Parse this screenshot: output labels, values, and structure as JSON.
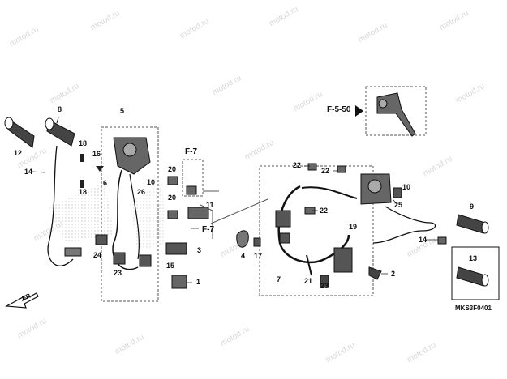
{
  "watermark": "motod.ru",
  "diagram_code": "MKS3F0401",
  "direction_label": "FR.",
  "refs": {
    "f7_top": "F-7",
    "f7_mid": "F-7",
    "f550": "F-5-50"
  },
  "labels": {
    "l1": "1",
    "l2": "2",
    "l3": "3",
    "l4": "4",
    "l5": "5",
    "l6": "6",
    "l7": "7",
    "l8": "8",
    "l9": "9",
    "l10a": "10",
    "l10b": "10",
    "l11": "11",
    "l12": "12",
    "l13": "13",
    "l14a": "14",
    "l14b": "14",
    "l15": "15",
    "l16": "16",
    "l17": "17",
    "l18a": "18",
    "l18b": "18",
    "l19": "19",
    "l20a": "20",
    "l20b": "20",
    "l21": "21",
    "l22a": "22",
    "l22b": "22",
    "l22c": "22",
    "l23a": "23",
    "l23b": "23",
    "l24": "24",
    "l25": "25",
    "l26": "26"
  }
}
